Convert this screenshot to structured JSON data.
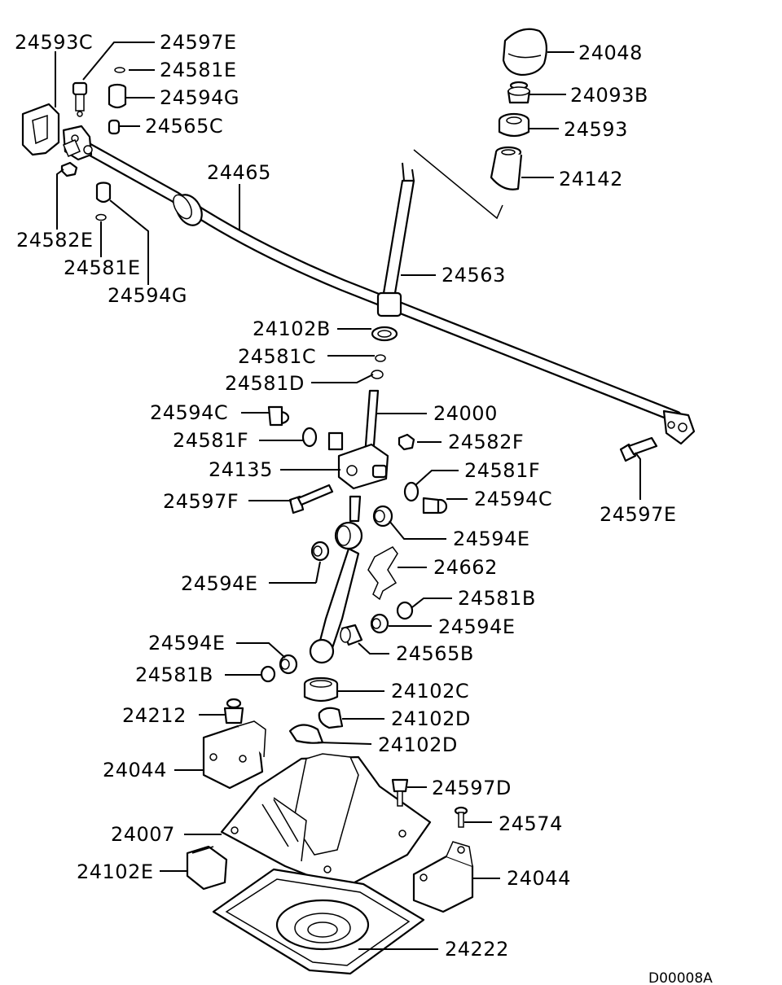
{
  "callouts": {
    "c_24593C": "24593C",
    "c_24597E_top": "24597E",
    "c_24581E_top": "24581E",
    "c_24594G_top": "24594G",
    "c_24565C": "24565C",
    "c_24048": "24048",
    "c_24093B": "24093B",
    "c_24593": "24593",
    "c_24142": "24142",
    "c_24465": "24465",
    "c_24582E": "24582E",
    "c_24581E_left": "24581E",
    "c_24594G_left": "24594G",
    "c_24563": "24563",
    "c_24102B": "24102B",
    "c_24581C": "24581C",
    "c_24581D": "24581D",
    "c_24000": "24000",
    "c_24594C_left": "24594C",
    "c_24581F_left": "24581F",
    "c_24582F": "24582F",
    "c_24135": "24135",
    "c_24581F_right": "24581F",
    "c_24597F": "24597F",
    "c_24594C_right": "24594C",
    "c_24597E_right": "24597E",
    "c_24594E_right1": "24594E",
    "c_24662": "24662",
    "c_24594E_left1": "24594E",
    "c_24581B_right": "24581B",
    "c_24594E_right2": "24594E",
    "c_24594E_left2": "24594E",
    "c_24565B": "24565B",
    "c_24581B_left": "24581B",
    "c_24102C": "24102C",
    "c_24212": "24212",
    "c_24102D_1": "24102D",
    "c_24102D_2": "24102D",
    "c_24044_left": "24044",
    "c_24597D": "24597D",
    "c_24574": "24574",
    "c_24007": "24007",
    "c_24102E": "24102E",
    "c_24044_right": "24044",
    "c_24222": "24222"
  },
  "reference_code": "D00008A"
}
